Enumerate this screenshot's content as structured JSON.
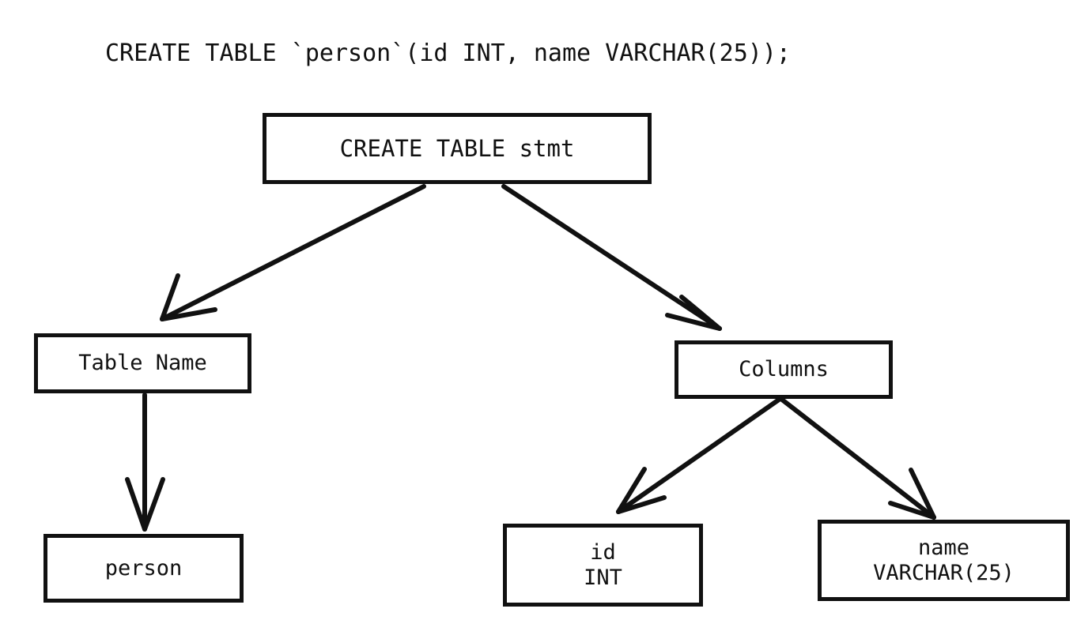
{
  "diagram": {
    "title": "CREATE TABLE `person`(id INT, name VARCHAR(25));",
    "background_color": "#ffffff",
    "stroke_color": "#111111",
    "text_color": "#111111",
    "nodes": {
      "root": {
        "label": "CREATE TABLE stmt"
      },
      "table_name": {
        "label": "Table Name"
      },
      "columns": {
        "label": "Columns"
      },
      "person": {
        "label": "person"
      },
      "col_id": {
        "line1": "id",
        "line2": "INT"
      },
      "col_name": {
        "line1": "name",
        "line2": "VARCHAR(25)"
      }
    },
    "edges": [
      {
        "from": "root",
        "to": "table_name",
        "arrow": "open-v"
      },
      {
        "from": "root",
        "to": "columns",
        "arrow": "open-v"
      },
      {
        "from": "table_name",
        "to": "person",
        "arrow": "open-v"
      },
      {
        "from": "columns",
        "to": "col_id",
        "arrow": "open-v"
      },
      {
        "from": "columns",
        "to": "col_name",
        "arrow": "open-v"
      }
    ]
  },
  "chart_data": {
    "type": "table",
    "title": "CREATE TABLE `person`(id INT, name VARCHAR(25));",
    "tree": {
      "name": "CREATE TABLE stmt",
      "children": [
        {
          "name": "Table Name",
          "children": [
            {
              "name": "person",
              "children": []
            }
          ]
        },
        {
          "name": "Columns",
          "children": [
            {
              "name": "id INT",
              "children": []
            },
            {
              "name": "name VARCHAR(25)",
              "children": []
            }
          ]
        }
      ]
    }
  }
}
